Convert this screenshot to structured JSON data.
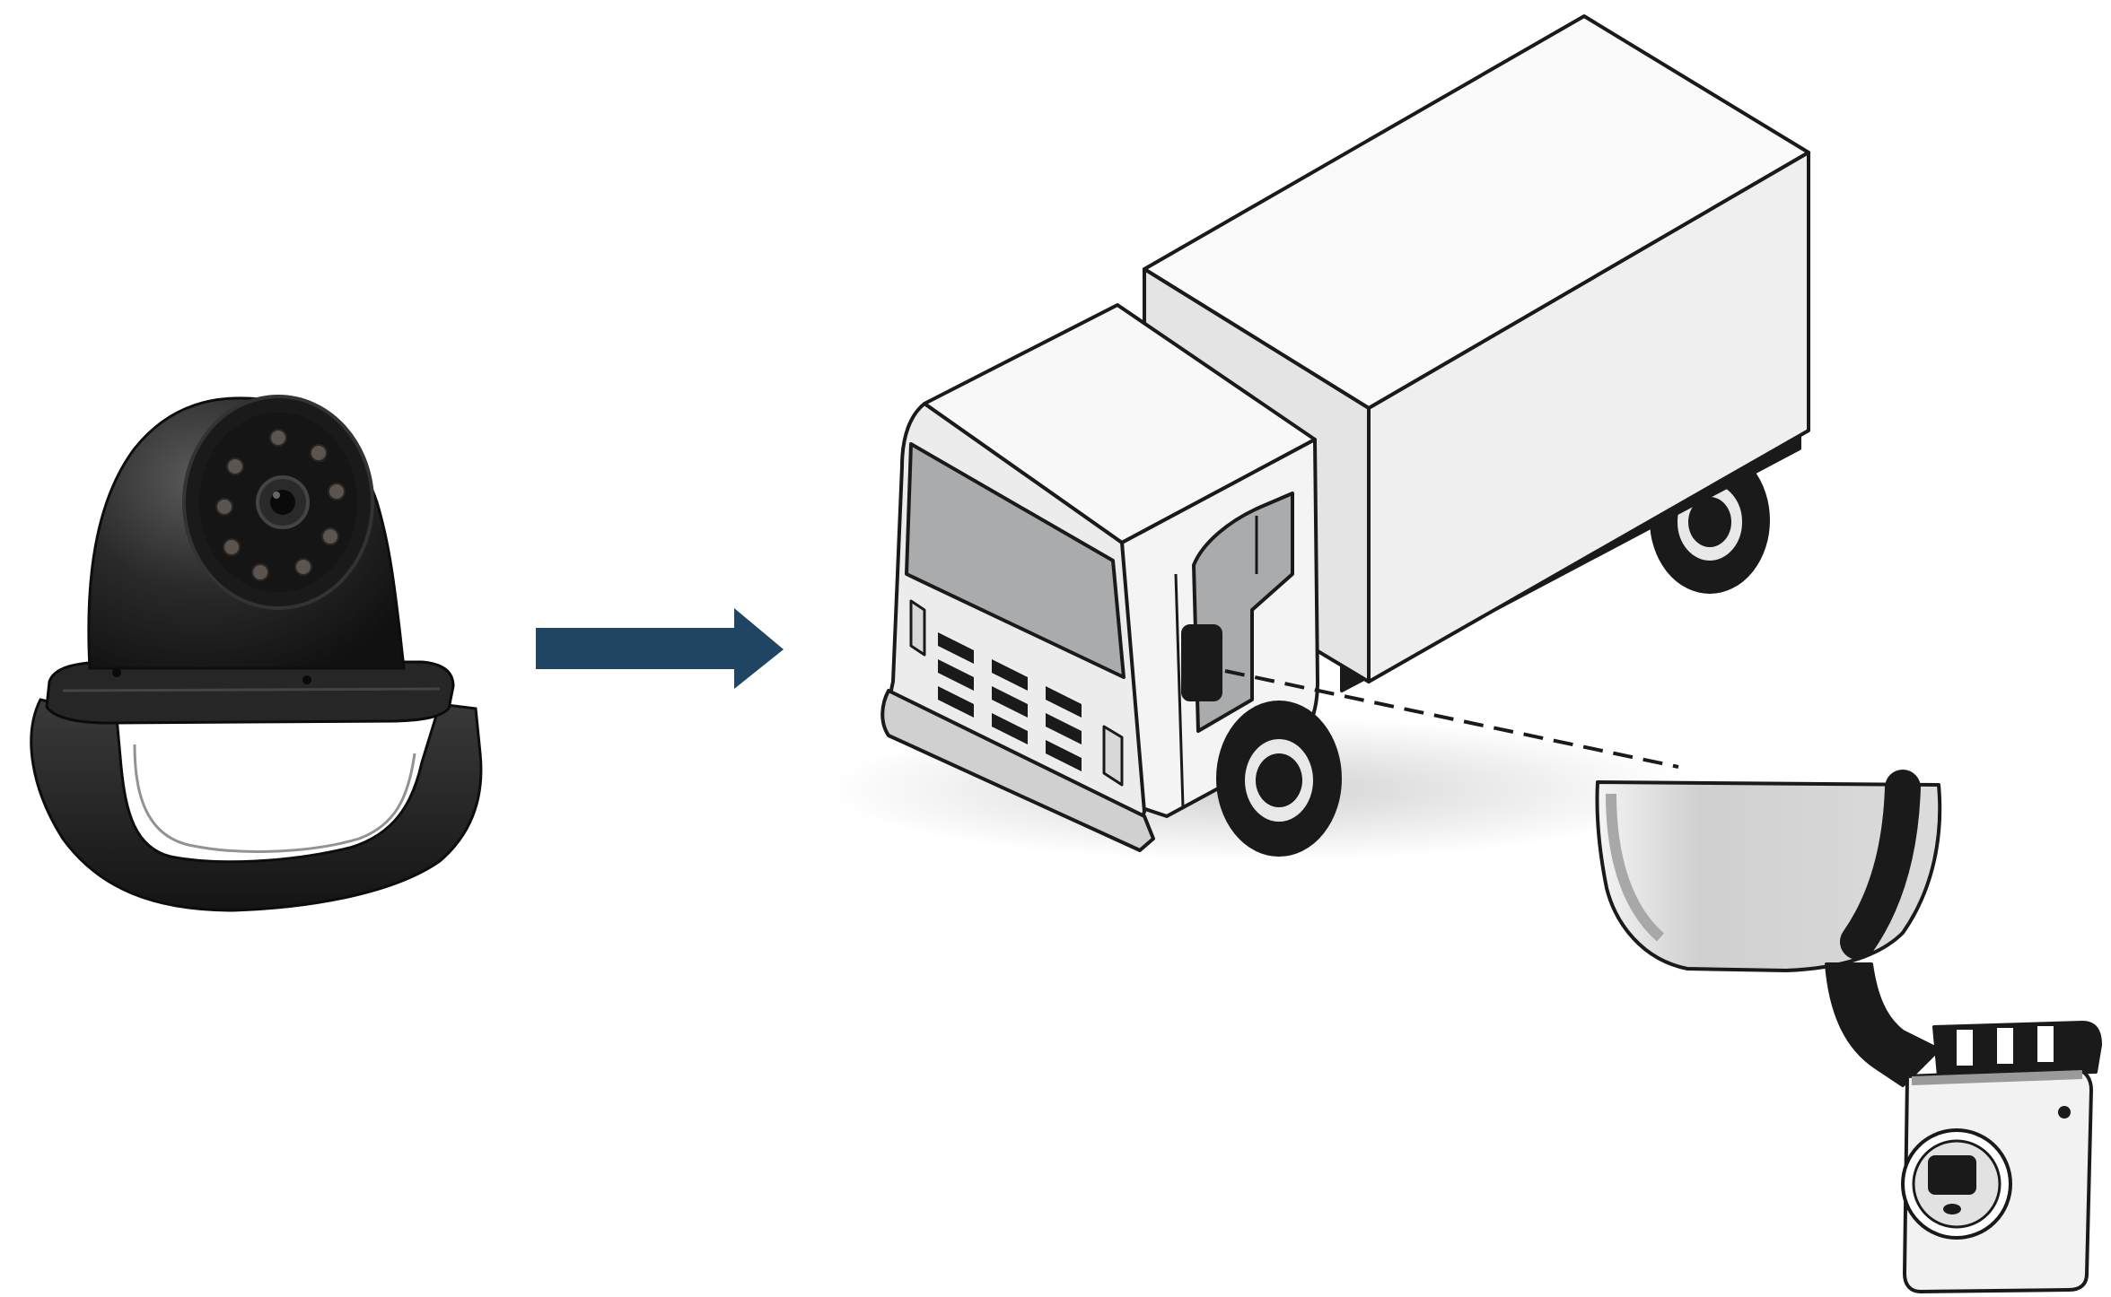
{
  "diagram": {
    "nodes": [
      {
        "id": "dome-camera",
        "kind": "photo-of-dome-camera-with-ir-leds-and-bracket"
      },
      {
        "id": "box-truck",
        "kind": "isometric-box-truck-illustration"
      },
      {
        "id": "camera-closeup",
        "kind": "callout-magnified-mounted-camera"
      }
    ],
    "edges": [
      {
        "from": "dome-camera",
        "to": "box-truck",
        "style": "solid-arrow"
      },
      {
        "from": "box-truck",
        "to": "camera-closeup",
        "style": "dashed-leader-line"
      }
    ]
  },
  "colors": {
    "arrow": "#1f4563",
    "camera_body": "#1c1c1c",
    "truck_body": "#f0f0f0",
    "truck_outline": "#1a1a1a",
    "window_glass": "#a9abad",
    "background": "#ffffff"
  },
  "icons": [
    "dome-camera",
    "right-arrow",
    "truck",
    "camera-mount"
  ]
}
